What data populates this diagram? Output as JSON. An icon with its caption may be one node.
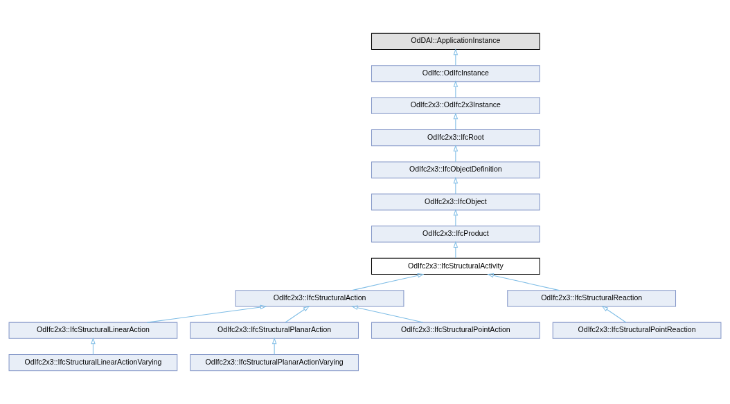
{
  "diagram": {
    "nodes": [
      {
        "text": [
          "OdDAI::ApplicationInstance"
        ]
      },
      {
        "text": [
          "OdIfc::OdIfcInstance"
        ]
      },
      {
        "text": [
          "OdIfc2x3::OdIfc2x3Instance"
        ]
      },
      {
        "text": [
          "OdIfc2x3::IfcRoot"
        ]
      },
      {
        "text": [
          "OdIfc2x3::IfcObjectDefinition"
        ]
      },
      {
        "text": [
          "OdIfc2x3::IfcObject"
        ]
      },
      {
        "text": [
          "OdIfc2x3::IfcProduct"
        ]
      },
      {
        "text": [
          "OdIfc2x3::IfcStructuralActivity"
        ]
      },
      {
        "text": [
          "OdIfc2x3::IfcStructuralAction"
        ]
      },
      {
        "text": [
          "OdIfc2x3::IfcStructuralReaction"
        ]
      },
      {
        "text": [
          "OdIfc2x3::IfcStructuralLinearAction"
        ]
      },
      {
        "text": [
          "OdIfc2x3::IfcStructuralPlanarAction"
        ]
      },
      {
        "text": [
          "OdIfc2x3::IfcStructuralPointAction"
        ]
      },
      {
        "text": [
          "OdIfc2x3::IfcStructuralPointReaction"
        ]
      },
      {
        "text": [
          "OdIfc2x3::IfcStructuralLinearActionVarying"
        ]
      },
      {
        "text": [
          "OdIfc2x3::IfcStructuralPlanarActionVarying"
        ]
      }
    ],
    "edges": [
      {
        "from": 1,
        "to": 0,
        "arrow": "to"
      },
      {
        "from": 2,
        "to": 1,
        "arrow": "to"
      },
      {
        "from": 3,
        "to": 2,
        "arrow": "to"
      },
      {
        "from": 4,
        "to": 3,
        "arrow": "to"
      },
      {
        "from": 5,
        "to": 4,
        "arrow": "to"
      },
      {
        "from": 6,
        "to": 5,
        "arrow": "to"
      },
      {
        "from": 7,
        "to": 6,
        "arrow": "to"
      },
      {
        "from": 8,
        "to": 7,
        "arrow": "to"
      },
      {
        "from": 9,
        "to": 7,
        "arrow": "to"
      },
      {
        "from": 10,
        "to": 8,
        "arrow": "to"
      },
      {
        "from": 11,
        "to": 8,
        "arrow": "to"
      },
      {
        "from": 12,
        "to": 8,
        "arrow": "to"
      },
      {
        "from": 13,
        "to": 9,
        "arrow": "to"
      },
      {
        "from": 14,
        "to": 10,
        "arrow": "to"
      },
      {
        "from": 15,
        "to": 11,
        "arrow": "to"
      }
    ]
  }
}
